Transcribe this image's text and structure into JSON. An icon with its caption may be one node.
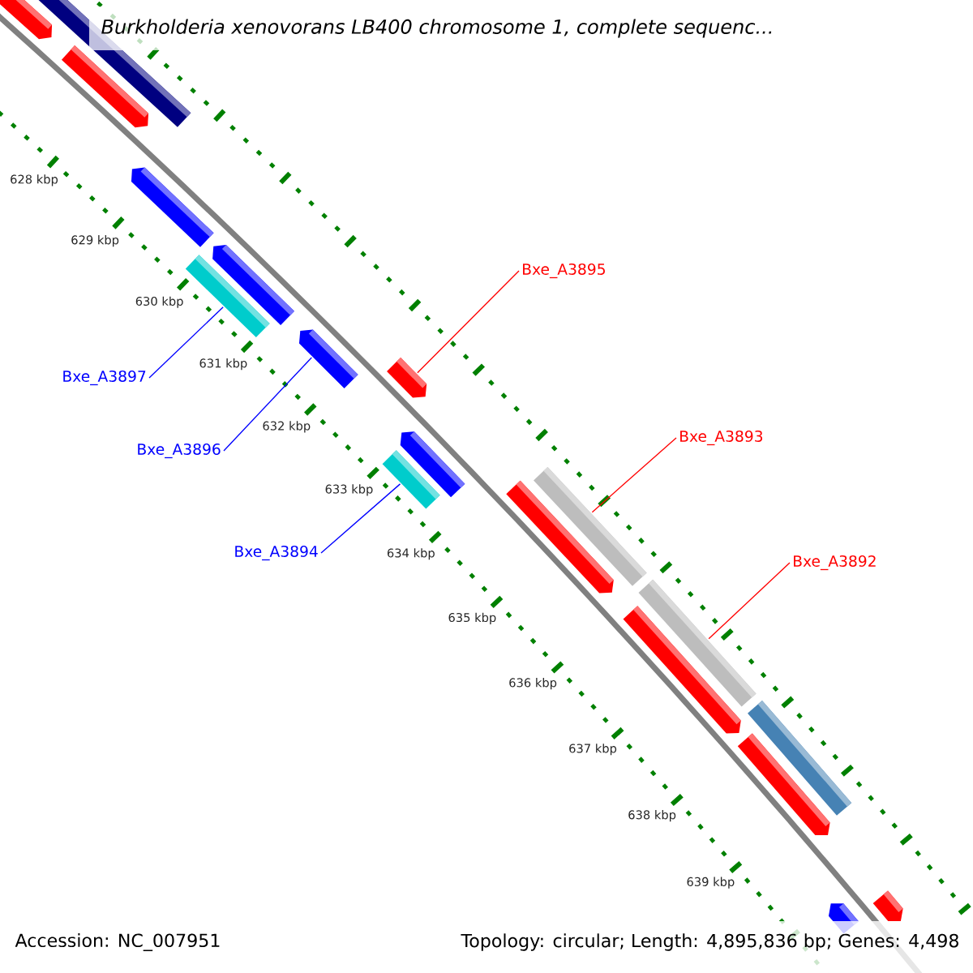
{
  "diagram": {
    "title": "Burkholderia xenovorans LB400 chromosome 1, complete sequenc...",
    "nodes": [
      {
        "text": [
          "Bxe_A3895"
        ]
      },
      {
        "text": [
          "Bxe_A3897"
        ]
      },
      {
        "text": [
          "Bxe_A3893"
        ]
      },
      {
        "text": [
          "Bxe_A3896"
        ]
      },
      {
        "text": [
          "Bxe_A3894"
        ]
      },
      {
        "text": [
          "Bxe_A3892"
        ]
      },
      {
        "text": [],
        "shape": "bar"
      },
      {
        "text": [],
        "shape": "bar"
      },
      {
        "text": [],
        "shape": "bar"
      },
      {
        "text": [],
        "shape": "bar"
      },
      {
        "text": [],
        "shape": "bar"
      },
      {
        "text": [],
        "shape": "bar"
      },
      {
        "text": [],
        "shape": "bar"
      },
      {
        "text": [],
        "shape": "bar"
      },
      {
        "text": [],
        "shape": "bar"
      },
      {
        "text": [],
        "shape": "bar"
      },
      {
        "text": [],
        "shape": "bar"
      },
      {
        "text": [],
        "shape": "bar"
      },
      {
        "text": [],
        "shape": "bar"
      },
      {
        "text": [],
        "shape": "bar"
      },
      {
        "text": [],
        "shape": "bar"
      },
      {
        "text": [],
        "shape": "bar"
      },
      {
        "text": [],
        "shape": "bar"
      },
      {
        "text": [],
        "shape": "bar"
      }
    ],
    "edges": [
      {
        "from": 0,
        "to": 8,
        "arrow": "none",
        "color": "#ff0000"
      },
      {
        "from": 1,
        "to": 6,
        "arrow": "none",
        "color": "#0000ff"
      },
      {
        "from": 2,
        "to": 10,
        "arrow": "none",
        "color": "#ff0000"
      },
      {
        "from": 3,
        "to": 7,
        "arrow": "none",
        "color": "#0000ff"
      },
      {
        "from": 4,
        "to": 9,
        "arrow": "none",
        "color": "#0000ff"
      },
      {
        "from": 5,
        "to": 11,
        "arrow": "none",
        "color": "#ff0000"
      }
    ],
    "labels": [
      "628 kbp",
      "629 kbp",
      "630 kbp",
      "631 kbp",
      "632 kbp",
      "633 kbp",
      "634 kbp",
      "635 kbp",
      "636 kbp",
      "637 kbp",
      "638 kbp",
      "639 kbp",
      "Accession: NC_007951",
      "Topology: circular; Length: 4,895,836 bp; Genes: 4,498"
    ]
  }
}
